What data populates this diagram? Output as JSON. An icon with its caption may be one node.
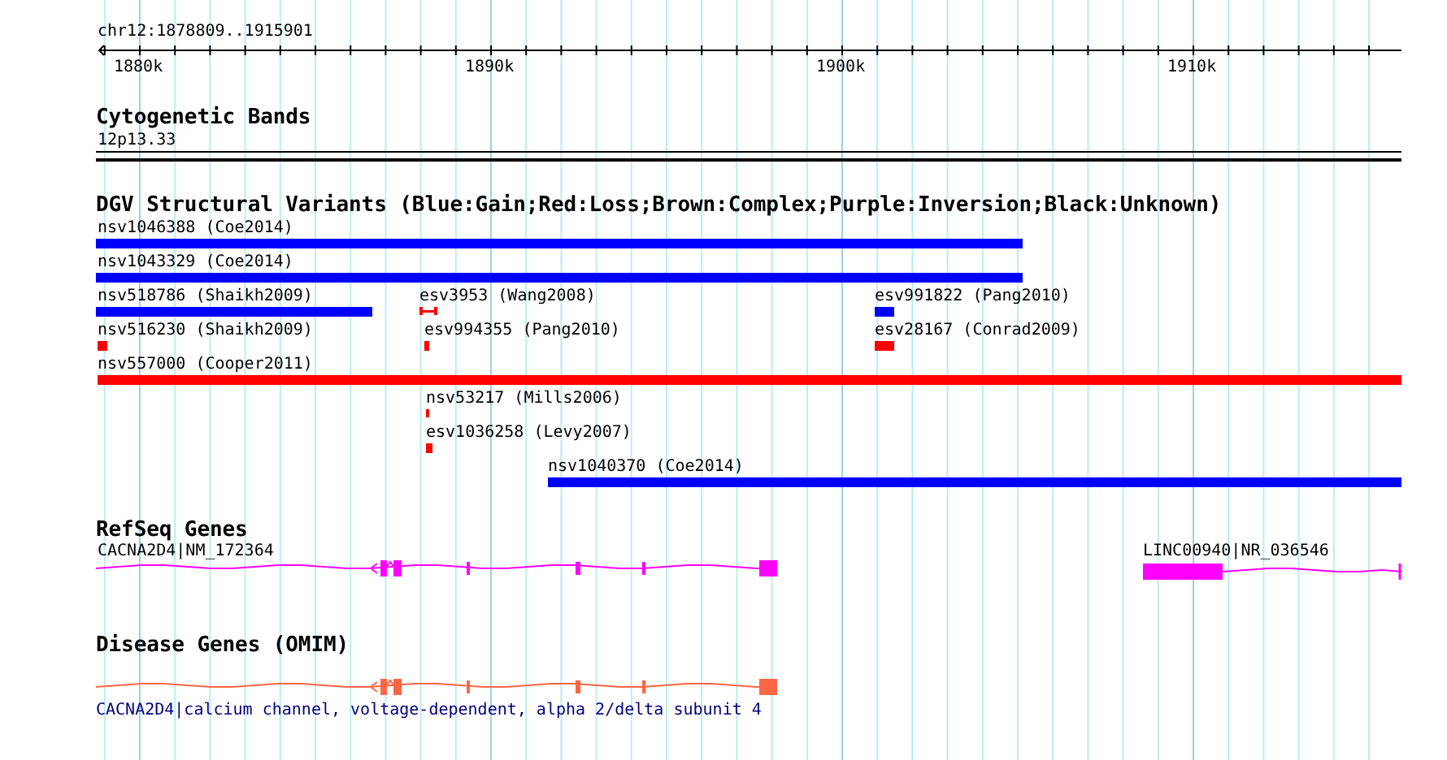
{
  "diagram": {
    "labels": [
      "chr12:1878809..1915901",
      "1880k",
      "1890k",
      "1900k",
      "1910k",
      "Cytogenetic Bands",
      "12p13.33",
      "DGV Structural Variants (Blue:Gain;Red:Loss;Brown:Complex;Purple:Inversion;Black:Unknown)",
      "nsv1046388 (Coe2014)",
      "nsv1043329 (Coe2014)",
      "nsv518786 (Shaikh2009)",
      "esv3953 (Wang2008)",
      "esv991822 (Pang2010)",
      "nsv516230 (Shaikh2009)",
      "esv994355 (Pang2010)",
      "esv28167 (Conrad2009)",
      "nsv557000 (Cooper2011)",
      "nsv53217 (Mills2006)",
      "esv1036258 (Levy2007)",
      "nsv1040370 (Coe2014)",
      "RefSeq Genes",
      "CACNA2D4|NM_172364",
      "LINC00940|NR_036546",
      "Disease Genes (OMIM)",
      "CACNA2D4|calcium channel, voltage-dependent, alpha 2/delta subunit 4"
    ]
  }
}
